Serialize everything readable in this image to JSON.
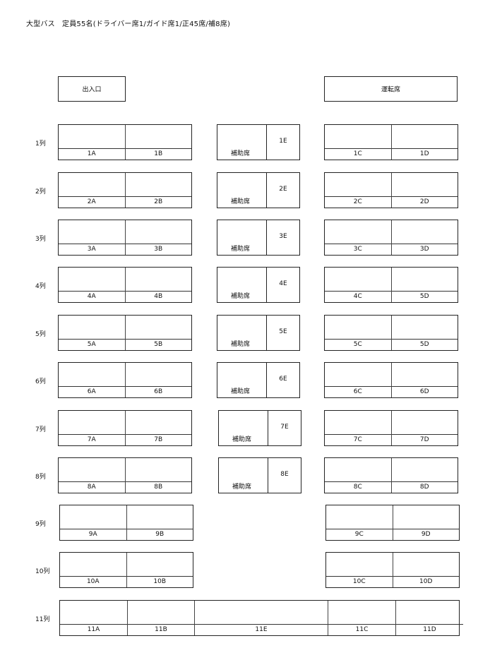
{
  "title": "大型バス　定員55名(ドライバー席1/ガイド席1/正45席/補8席)",
  "entrance": "出入口",
  "driver": "運転席",
  "aux_label": "補助席",
  "rows": [
    {
      "label": "1列",
      "left": [
        "1A",
        "1B"
      ],
      "aux": "1E",
      "right": [
        "1C",
        "1D"
      ]
    },
    {
      "label": "2列",
      "left": [
        "2A",
        "2B"
      ],
      "aux": "2E",
      "right": [
        "2C",
        "2D"
      ]
    },
    {
      "label": "3列",
      "left": [
        "3A",
        "3B"
      ],
      "aux": "3E",
      "right": [
        "3C",
        "3D"
      ]
    },
    {
      "label": "4列",
      "left": [
        "4A",
        "4B"
      ],
      "aux": "4E",
      "right": [
        "4C",
        "5D"
      ]
    },
    {
      "label": "5列",
      "left": [
        "5A",
        "5B"
      ],
      "aux": "5E",
      "right": [
        "5C",
        "5D"
      ]
    },
    {
      "label": "6列",
      "left": [
        "6A",
        "6B"
      ],
      "aux": "6E",
      "right": [
        "6C",
        "6D"
      ]
    },
    {
      "label": "7列",
      "left": [
        "7A",
        "7B"
      ],
      "aux": "7E",
      "right": [
        "7C",
        "7D"
      ]
    },
    {
      "label": "8列",
      "left": [
        "8A",
        "8B"
      ],
      "aux": "8E",
      "right": [
        "8C",
        "8D"
      ]
    },
    {
      "label": "9列",
      "left": [
        "9A",
        "9B"
      ],
      "aux": null,
      "right": [
        "9C",
        "9D"
      ]
    },
    {
      "label": "10列",
      "left": [
        "10A",
        "10B"
      ],
      "aux": null,
      "right": [
        "10C",
        "10D"
      ]
    }
  ],
  "last_row": {
    "label": "11列",
    "seats": [
      "11A",
      "11B",
      "11E",
      "11C",
      "11D"
    ]
  }
}
